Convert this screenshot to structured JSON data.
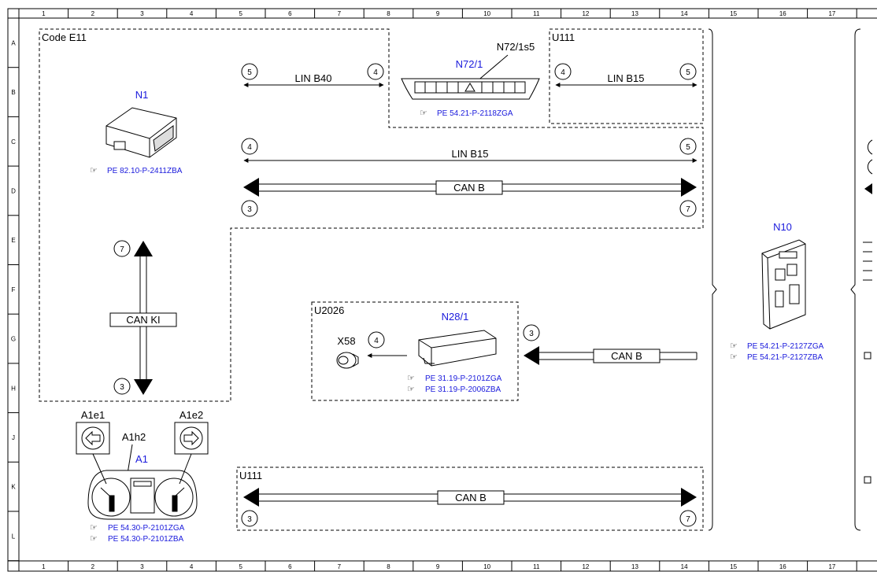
{
  "grid": {
    "columns": [
      "1",
      "2",
      "3",
      "4",
      "5",
      "6",
      "7",
      "8",
      "9",
      "10",
      "11",
      "12",
      "13",
      "14",
      "15",
      "16",
      "17"
    ],
    "rows": [
      "A",
      "B",
      "C",
      "D",
      "E",
      "F",
      "G",
      "H",
      "J",
      "K",
      "L"
    ]
  },
  "areas": {
    "code_e11": "Code E11",
    "u111_top": "U111",
    "u2026": "U2026",
    "u111_bottom": "U111"
  },
  "components": {
    "n1": {
      "label": "N1",
      "refs": [
        "PE 82.10-P-2411ZBA"
      ]
    },
    "n72": {
      "label": "N72/1",
      "switch": "N72/1s5",
      "refs": [
        "PE 54.21-P-2118ZGA"
      ]
    },
    "n10": {
      "label": "N10",
      "refs": [
        "PE 54.21-P-2127ZGA",
        "PE 54.21-P-2127ZBA"
      ]
    },
    "n28": {
      "label": "N28/1",
      "refs": [
        "PE 31.19-P-2101ZGA",
        "PE 31.19-P-2006ZBA"
      ]
    },
    "x58": {
      "label": "X58"
    },
    "a1": {
      "label": "A1",
      "left_button": "A1e1",
      "right_button": "A1e2",
      "gauge": "A1h2",
      "refs": [
        "PE 54.30-P-2101ZGA",
        "PE 54.30-P-2101ZBA"
      ]
    }
  },
  "connections": {
    "lin_b40": {
      "label": "LIN B40",
      "from": "5",
      "to": "4"
    },
    "lin_b15_short": {
      "label": "LIN B15",
      "from": "4",
      "to": "5"
    },
    "lin_b15_long": {
      "label": "LIN B15",
      "from": "4",
      "to": "5"
    },
    "can_b_top": {
      "label": "CAN B",
      "from": "3",
      "to": "7"
    },
    "can_ki": {
      "label": "CAN KI",
      "from": "7",
      "to": "3"
    },
    "can_b_n28": {
      "label": "CAN B",
      "pin": "3"
    },
    "x58_link": {
      "pin": "4"
    },
    "can_b_bottom": {
      "label": "CAN B",
      "from": "3",
      "to": "7"
    }
  }
}
